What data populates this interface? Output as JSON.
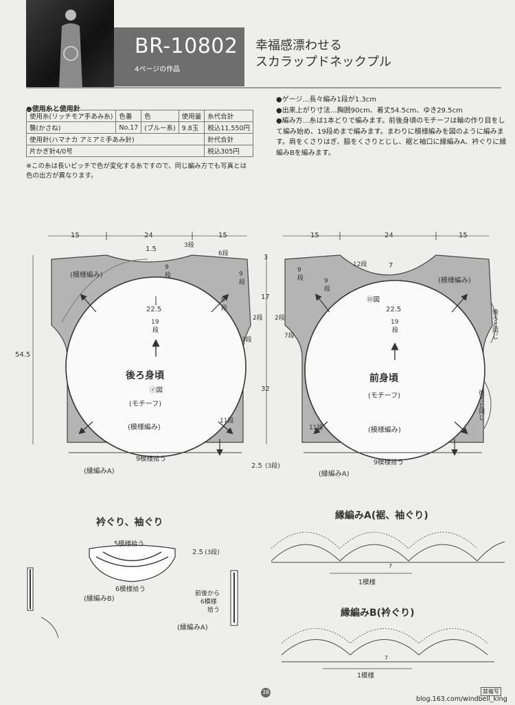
{
  "header": {
    "code": "BR-10802",
    "subtitle": "4ページの作品",
    "title_line1": "幸福感漂わせる",
    "title_line2": "スカラップドネックプル"
  },
  "materials": {
    "section_title": "●使用糸と使用針",
    "head": [
      "使用糸(リッチモア手あみ糸)",
      "色番",
      "色",
      "使用量",
      "糸代合計"
    ],
    "row1": [
      "襲(かさね)",
      "No.17",
      "(ブルー系)",
      "9.8玉",
      "税込11,550円"
    ],
    "row2": [
      "使用針(ハマナカ アミアミ手あみ針)",
      "針代合計"
    ],
    "row3": [
      "片かぎ針4/0号",
      "税込305円"
    ]
  },
  "note": "※この糸は長いピッチで色が変化する糸ですので、同じ編み方でも写真とは色の出方が異なります。",
  "spec": {
    "gauge": "●ゲージ…長々編み1段が1.3cm",
    "size": "●出来上がり寸法…胸囲90cm、着丈54.5cm、ゆき29.5cm",
    "method": "●編み方…糸は1本どりで編みます。前後身頃のモチーフは輪の作り目をして編み始め、19段めまで編みます。まわりに模様編みを図のように編みます。肩をくさりはぎ、脇をくさりとじし、裾と袖口に縁編みA、衿ぐりに縁編みBを編みます。"
  },
  "back": {
    "w_left": "15",
    "w_mid": "24",
    "w_right": "15",
    "neck_drop": "1.5",
    "shoulder_rows": "3段",
    "rows6": "6段",
    "rows9": "9",
    "dan": "段",
    "pattern_top": "(模様編み)",
    "pattern_bottom": "(模様編み)",
    "motif_size": "22.5",
    "motif_rows": "19",
    "motif_dan": "段",
    "name": "後ろ身頃",
    "fig": "㋑図",
    "motif": "(モチーフ)",
    "rows2": "2段",
    "rows7": "7段",
    "rows11": "11段",
    "pickup": "9模様拾う",
    "edging": "(縁編みA)",
    "height": "54.5"
  },
  "front": {
    "w_left": "15",
    "w_mid": "24",
    "w_right": "15",
    "rows12": "12段",
    "center_7": "7",
    "rows9": "9",
    "dan": "段",
    "rows2": "2段",
    "rows7": "7段",
    "rows11": "11段",
    "pattern_top": "(模様編み)",
    "pattern_bottom": "(模様編み)",
    "fig": "㋺図",
    "motif_size": "22.5",
    "motif_rows": "19",
    "motif_dan": "段",
    "name": "前身頃",
    "motif": "(モチーフ)",
    "same_back": "後ろと同じ",
    "pickup": "9模様拾う",
    "edging": "(縁編みA)",
    "h3": "3",
    "h17": "17",
    "h32": "32",
    "bottom": "2.5",
    "bottom_rows": "(3段)"
  },
  "neck": {
    "title": "衿ぐり、袖ぐり",
    "pickup5": "5模様拾う",
    "edge25": "2.5",
    "edge25_rows": "(3段)",
    "pickup6": "6模様拾う",
    "edgingB": "(縁編みB)",
    "from_fb": "前後から",
    "pickup6b": "6模様",
    "pickup6c": "拾う",
    "edgingA": "(縁編みA)"
  },
  "edgeA": {
    "title": "縁編みA(裾、袖ぐり)",
    "repeat": "1模様",
    "seven": "7"
  },
  "edgeB": {
    "title": "縁編みB(衿ぐり)",
    "repeat": "1模様",
    "seven": "7"
  },
  "footer": {
    "page": "38",
    "credit": "blog.163.com/windbell_king",
    "badge": "禁複写"
  }
}
